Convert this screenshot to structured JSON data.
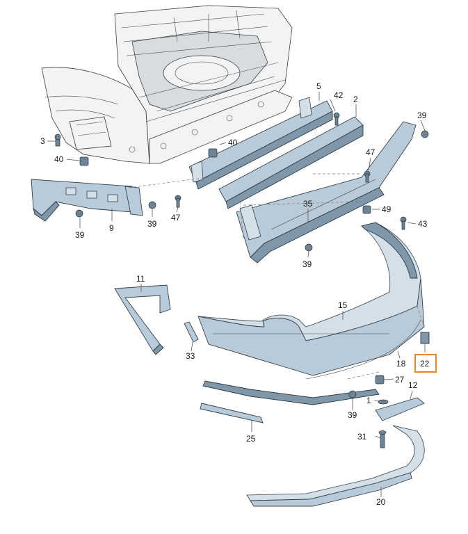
{
  "callouts": {
    "c1": "1",
    "c2": "2",
    "c3": "3",
    "c5": "5",
    "c9": "9",
    "c11": "11",
    "c12": "12",
    "c15": "15",
    "c18": "18",
    "c20": "20",
    "c22": "22",
    "c25": "25",
    "c27": "27",
    "c31": "31",
    "c33": "33",
    "c35": "35",
    "c39": "39",
    "c40": "40",
    "c42": "42",
    "c43": "43",
    "c47": "47",
    "c49": "49"
  },
  "highlighted_callout": "22",
  "colors": {
    "highlight": "#e8872a",
    "part_fill": "#b9cbd8",
    "part_shadow": "#7f97a8",
    "body_fill": "#f2f3f4",
    "outline": "#333333"
  }
}
